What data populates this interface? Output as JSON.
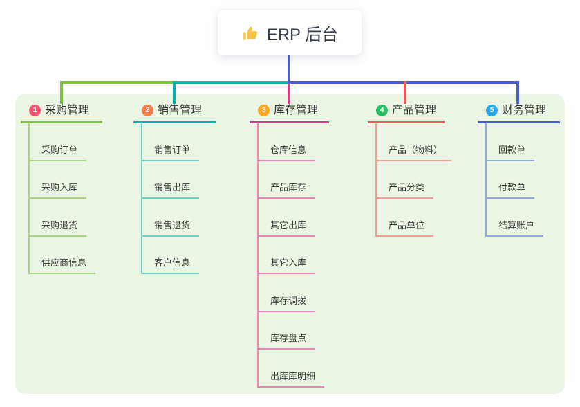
{
  "page": {
    "background": "#ffffff",
    "panel_background": "#eaf6e3"
  },
  "root": {
    "label": "ERP 后台",
    "icon": "thumbs-up-icon",
    "icon_color": "#f6c343",
    "connector_color": "#4a5fc8"
  },
  "branches": [
    {
      "badge": "1",
      "badge_color": "#f2546f",
      "title": "采购管理",
      "line_color": "#7fc241",
      "child_line_color": "#a9d584",
      "children": [
        "采购订单",
        "采购入库",
        "采购退货",
        "供应商信息"
      ]
    },
    {
      "badge": "2",
      "badge_color": "#fa7d4c",
      "title": "销售管理",
      "line_color": "#00b2aa",
      "child_line_color": "#72cfc7",
      "children": [
        "销售订单",
        "销售出库",
        "销售退货",
        "客户信息"
      ]
    },
    {
      "badge": "3",
      "badge_color": "#ffa81d",
      "title": "库存管理",
      "line_color": "#d63d8b",
      "child_line_color": "#ef86b8",
      "children": [
        "仓库信息",
        "产品库存",
        "其它出库",
        "其它入库",
        "库存调拨",
        "库存盘点",
        "出库库明细"
      ]
    },
    {
      "badge": "4",
      "badge_color": "#2bbd63",
      "title": "产品管理",
      "line_color": "#f4555c",
      "child_line_color": "#f79d97",
      "children": [
        "产品（物料）",
        "产品分类",
        "产品单位"
      ]
    },
    {
      "badge": "5",
      "badge_color": "#29a9e9",
      "title": "财务管理",
      "line_color": "#4a5fc8",
      "child_line_color": "#93a7e0",
      "children": [
        "回款单",
        "付款单",
        "结算账户"
      ]
    }
  ]
}
